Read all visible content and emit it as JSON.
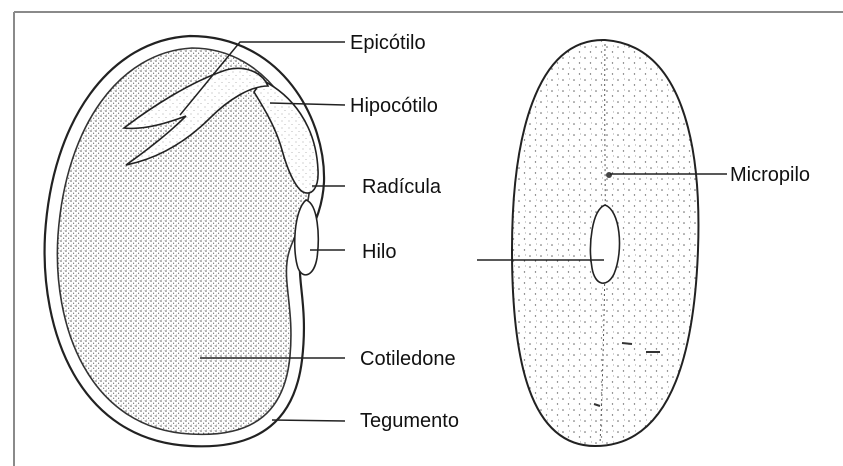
{
  "labels": {
    "epicotilo": "Epicótilo",
    "hipocotilo": "Hipocótilo",
    "radicula": "Radícula",
    "hilo": "Hilo",
    "cotiledone": "Cotiledone",
    "tegumento": "Tegumento",
    "micropilo": "Micropilo"
  },
  "colors": {
    "ink": "#222222",
    "frame": "#8a8a8a",
    "stipple": "#4a4a4a",
    "background": "#ffffff"
  }
}
